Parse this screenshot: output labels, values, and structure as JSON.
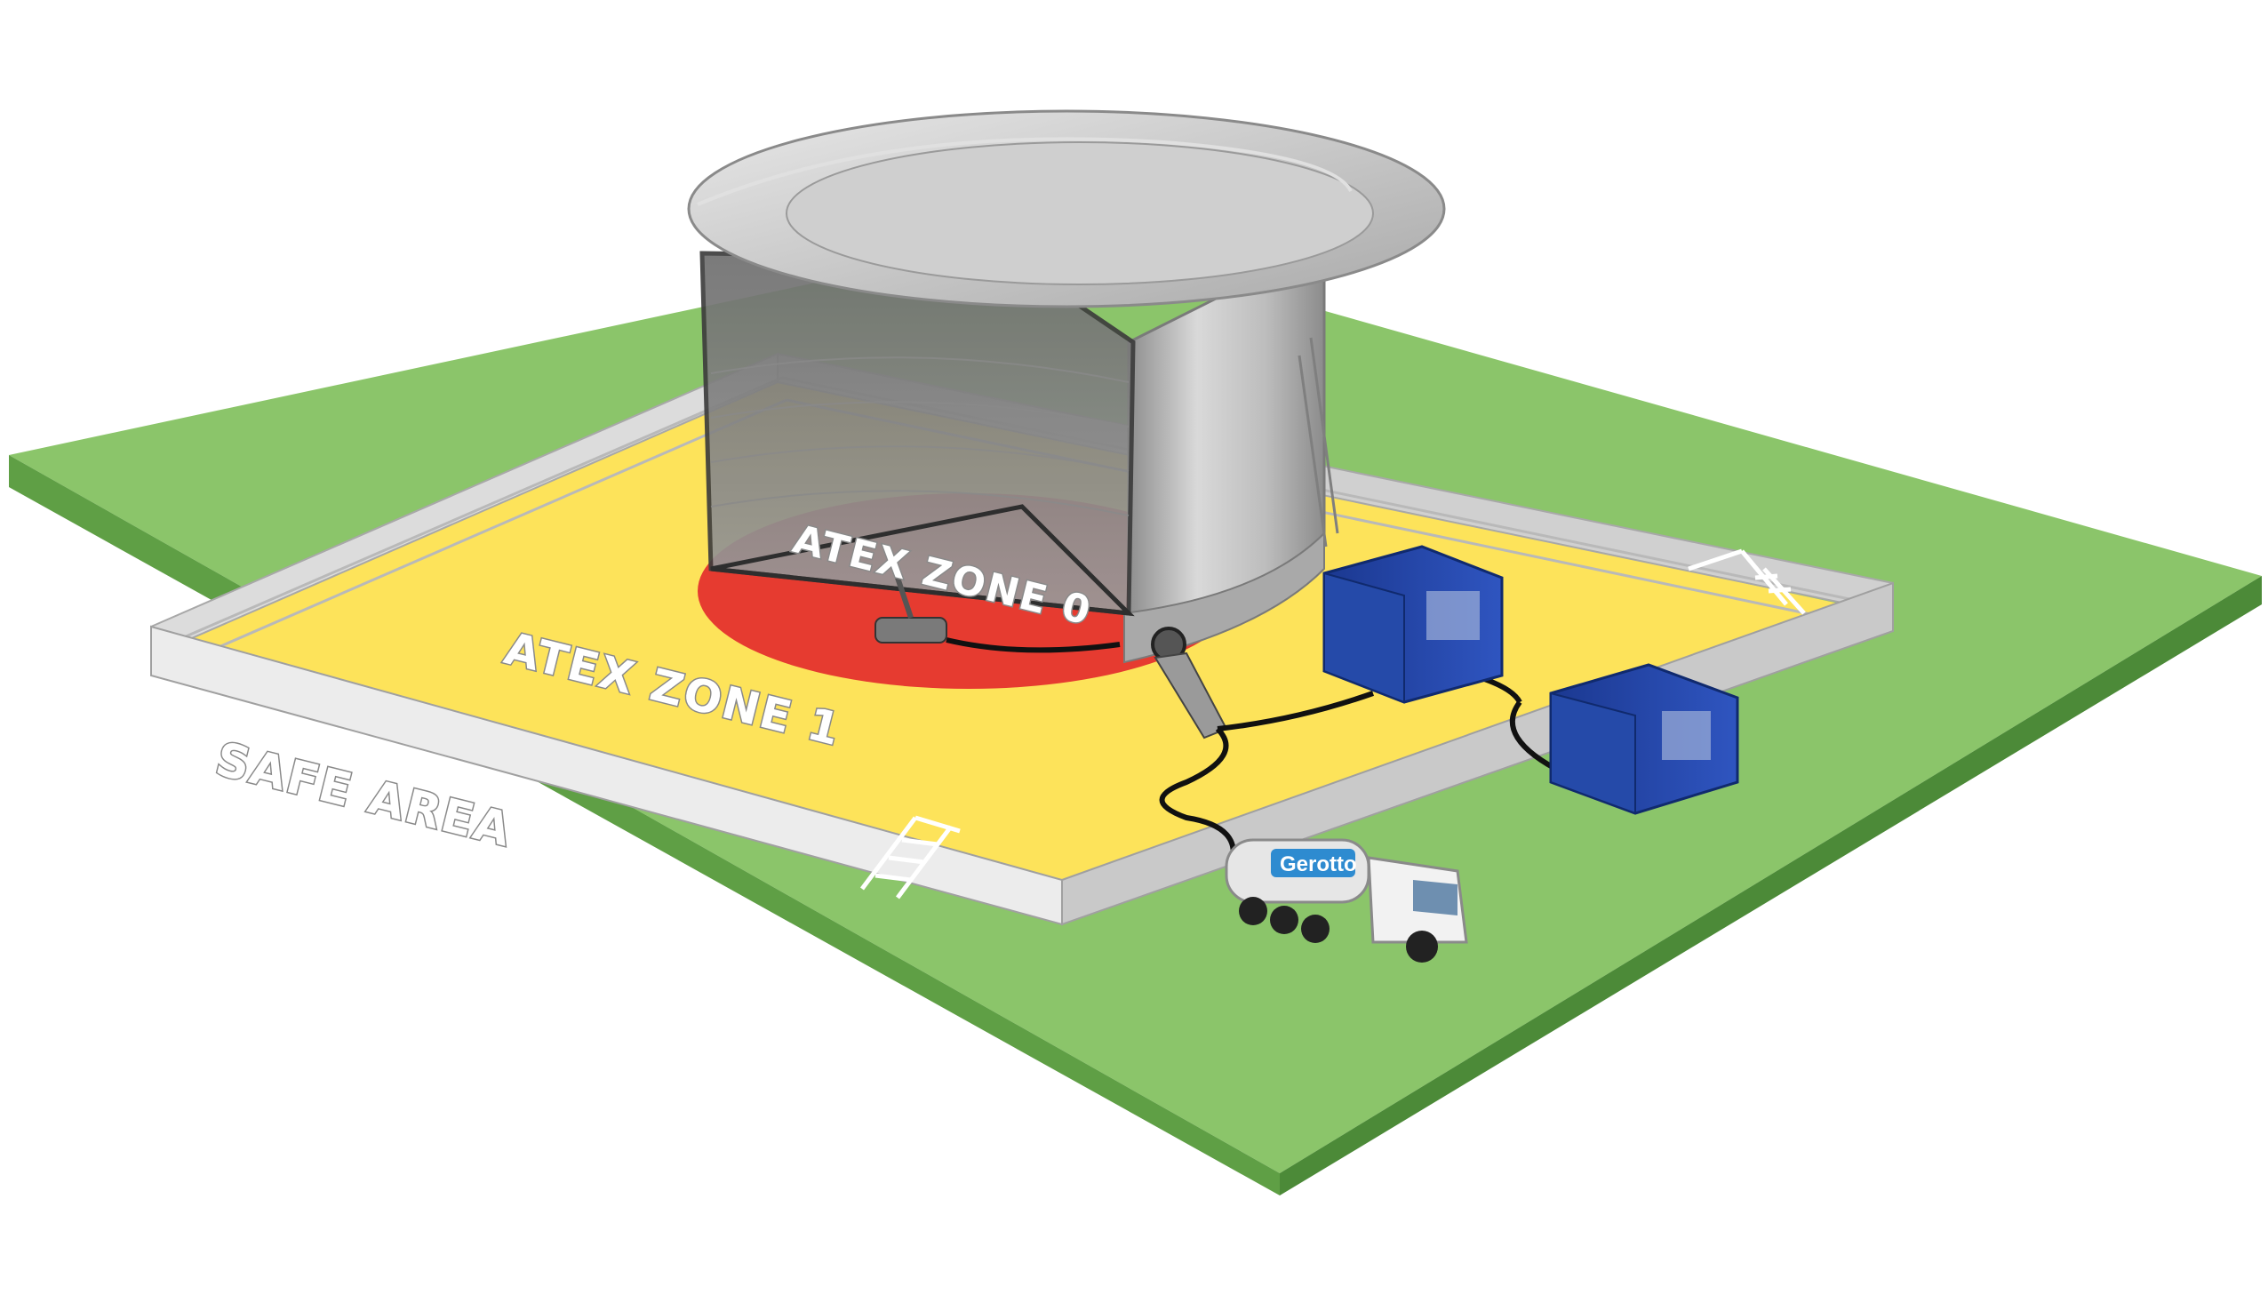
{
  "labels": {
    "zone0": "ATEX ZONE 0",
    "zone1": "ATEX ZONE 1",
    "safe": "SAFE AREA"
  },
  "truck": {
    "brand": "Gerotto"
  },
  "colors": {
    "safe_area": "#8bc56a",
    "zone1": "#fde35a",
    "zone0": "#e63b30",
    "container": "#1f3f9e",
    "wall": "#d8d8d8",
    "tank": "#b5b5b5"
  }
}
